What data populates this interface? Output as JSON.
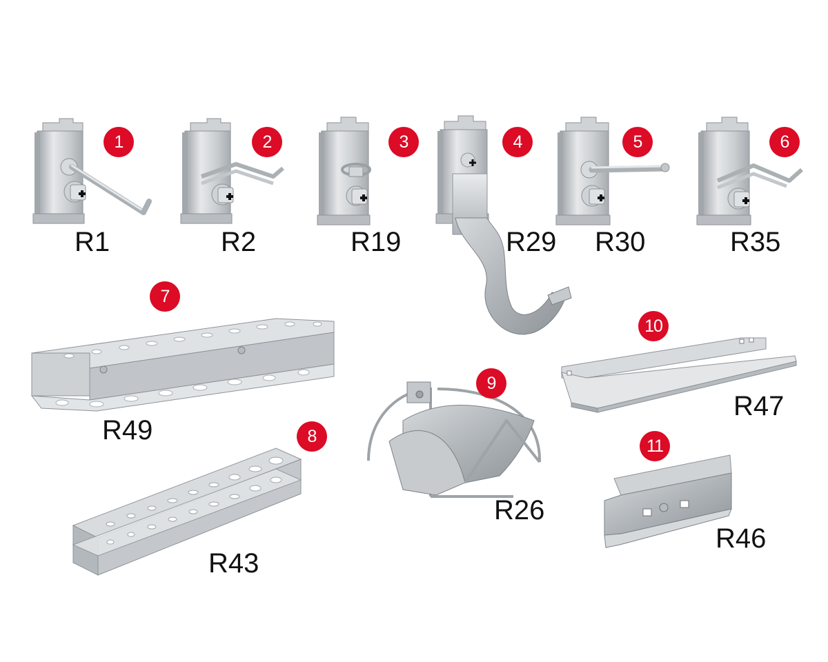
{
  "products": [
    {
      "number": "1",
      "code": "R1"
    },
    {
      "number": "2",
      "code": "R2"
    },
    {
      "number": "3",
      "code": "R19"
    },
    {
      "number": "4",
      "code": "R29"
    },
    {
      "number": "5",
      "code": "R30"
    },
    {
      "number": "6",
      "code": "R35"
    },
    {
      "number": "7",
      "code": "R49"
    },
    {
      "number": "8",
      "code": "R43"
    },
    {
      "number": "9",
      "code": "R26"
    },
    {
      "number": "10",
      "code": "R47"
    },
    {
      "number": "11",
      "code": "R46"
    }
  ],
  "colors": {
    "badge": "#dc0b26",
    "label": "#111111",
    "metal_light": "#e8eaec",
    "metal_mid": "#bfc3c7",
    "metal_dark": "#8d9297"
  }
}
